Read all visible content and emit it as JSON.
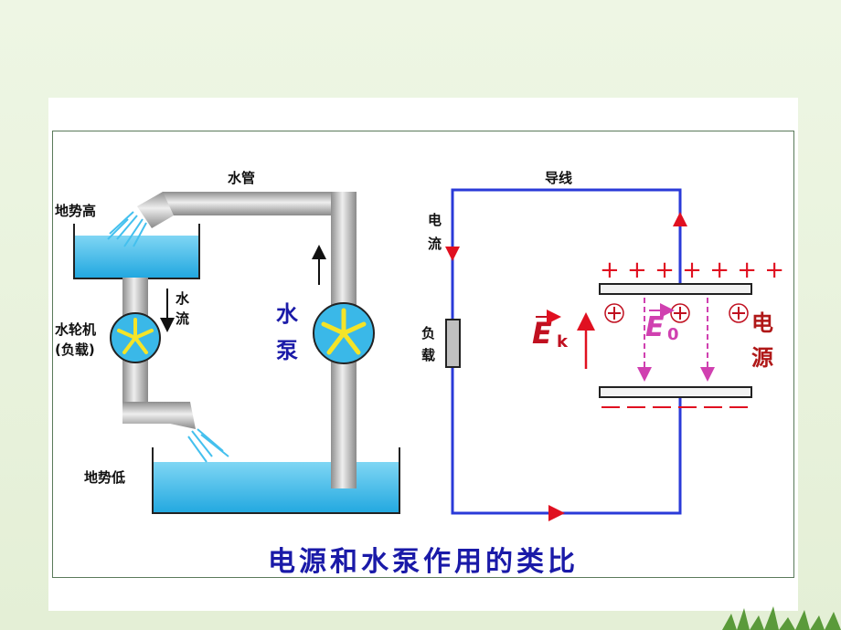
{
  "water_side": {
    "pipe_label": "水管",
    "high_label": "地势高",
    "low_label": "地势低",
    "flow_label_1": "水",
    "flow_label_2": "流",
    "wheel_label_1": "水轮机",
    "wheel_label_2": "(负载)",
    "pump_label_1": "水",
    "pump_label_2": "泵"
  },
  "circuit_side": {
    "wire_label": "导线",
    "current_label_1": "电",
    "current_label_2": "流",
    "load_label_1": "负",
    "load_label_2": "载",
    "ek_label": "E",
    "ek_sub": "k",
    "e0_label": "E",
    "e0_sub": "0",
    "plus_row": "+ + + + + + +",
    "source_label_1": "电",
    "source_label_2": "源"
  },
  "caption": "电源和水泵作用的类比",
  "colors": {
    "water": "#2ab6e8",
    "pipe": "#b8b8b8",
    "wire": "#2a3ad8",
    "red": "#e01020",
    "dark_red": "#b01818",
    "magenta": "#d040b0",
    "blue_text": "#1a1aa8"
  }
}
